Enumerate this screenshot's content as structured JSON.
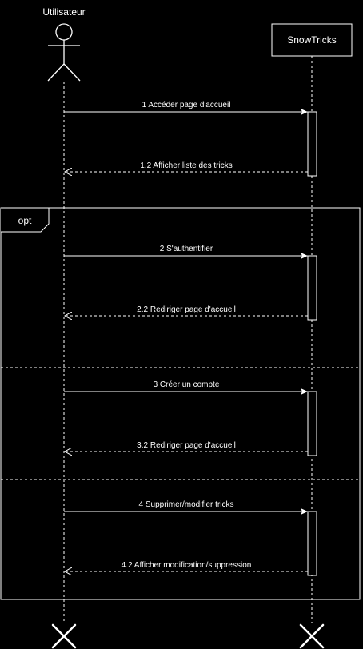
{
  "actors": {
    "user": {
      "label": "Utilisateur"
    },
    "system": {
      "label": "SnowTricks"
    }
  },
  "fragment": {
    "label": "opt"
  },
  "messages": [
    {
      "id": "m1",
      "label": "1 Accéder page d'accueil",
      "kind": "call",
      "from": "user",
      "to": "system"
    },
    {
      "id": "m1r",
      "label": "1.2 Afficher liste des tricks",
      "kind": "return",
      "from": "system",
      "to": "user"
    },
    {
      "id": "m2",
      "label": "2 S'authentifier",
      "kind": "call",
      "from": "user",
      "to": "system"
    },
    {
      "id": "m2r",
      "label": "2.2 Rediriger page d'accueil",
      "kind": "return",
      "from": "system",
      "to": "user"
    },
    {
      "id": "m3",
      "label": "3 Créer un compte",
      "kind": "call",
      "from": "user",
      "to": "system"
    },
    {
      "id": "m3r",
      "label": "3.2 Rediriger page d'accueil",
      "kind": "return",
      "from": "system",
      "to": "user"
    },
    {
      "id": "m4",
      "label": "4 Supprimer/modifier tricks",
      "kind": "call",
      "from": "user",
      "to": "system"
    },
    {
      "id": "m4r",
      "label": "4.2 Afficher modification/suppression",
      "kind": "return",
      "from": "system",
      "to": "user"
    }
  ],
  "colors": {
    "background": "#000000",
    "line": "#ffffff",
    "text": "#ffffff"
  }
}
